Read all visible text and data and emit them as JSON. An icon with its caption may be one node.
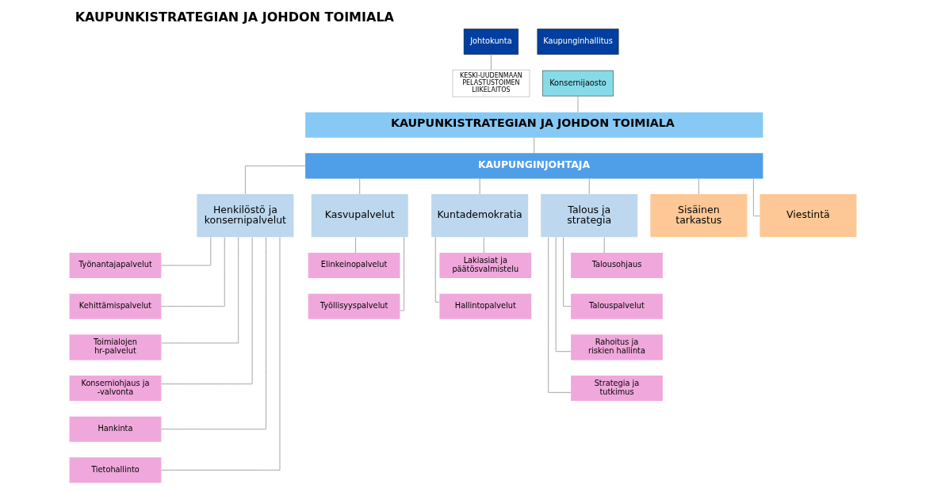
{
  "diagram": {
    "title": "KAUPUNKISTRATEGIAN JA JOHDON TOIMIALA",
    "nodes": [
      {
        "text": [
          "Johtokunta"
        ]
      },
      {
        "text": [
          "Kaupunginhallitus"
        ]
      },
      {
        "text": [
          "KESKI-UUDENMAAN PELASTUSTOIMEN LIIKELAITOS"
        ]
      },
      {
        "text": [
          "Konsernijaosto"
        ]
      },
      {
        "text": [
          "KAUPUNKISTRATEGIAN JA JOHDON TOIMIALA"
        ]
      },
      {
        "text": [
          "KAUPUNGINJOHTAJA"
        ]
      },
      {
        "text": [
          "Henkilöstö ja konsernipalvelut"
        ]
      },
      {
        "text": [
          "Kasvupalvelut"
        ]
      },
      {
        "text": [
          "Kuntademokratia"
        ]
      },
      {
        "text": [
          "Talous ja strategia"
        ]
      },
      {
        "text": [
          "Sisäinen tarkastus"
        ]
      },
      {
        "text": [
          "Viestintä"
        ]
      },
      {
        "text": [
          "Työnantajapalvelut"
        ]
      },
      {
        "text": [
          "Kehittämispalvelut"
        ]
      },
      {
        "text": [
          "Toimialojen hr-palvelut"
        ]
      },
      {
        "text": [
          "Konserniohjaus ja -valvonta"
        ]
      },
      {
        "text": [
          "Hankinta"
        ]
      },
      {
        "text": [
          "Tietohallinto"
        ]
      },
      {
        "text": [
          "Elinkeinopalvelut"
        ]
      },
      {
        "text": [
          "Työllisyyspalvelut"
        ]
      },
      {
        "text": [
          "Lakiasiat ja päätösvalmistelu"
        ]
      },
      {
        "text": [
          "Hallintopalvelut"
        ]
      },
      {
        "text": [
          "Talousohjaus"
        ]
      },
      {
        "text": [
          "Talouspalvelut"
        ]
      },
      {
        "text": [
          "Rahoitus ja riskien hallinta"
        ]
      },
      {
        "text": [
          "Strategia ja tutkimus"
        ]
      }
    ],
    "edges": [
      {
        "from": 0,
        "to": 2,
        "arrow": "none"
      },
      {
        "from": 3,
        "to": 4,
        "arrow": "none"
      },
      {
        "from": 4,
        "to": 5,
        "arrow": "none"
      },
      {
        "from": 5,
        "to": 6,
        "arrow": "none"
      },
      {
        "from": 5,
        "to": 7,
        "arrow": "none"
      },
      {
        "from": 5,
        "to": 8,
        "arrow": "none"
      },
      {
        "from": 5,
        "to": 9,
        "arrow": "none"
      },
      {
        "from": 5,
        "to": 10,
        "arrow": "none"
      },
      {
        "from": 5,
        "to": 11,
        "arrow": "none"
      },
      {
        "from": 6,
        "to": 12,
        "arrow": "none"
      },
      {
        "from": 6,
        "to": 13,
        "arrow": "none"
      },
      {
        "from": 6,
        "to": 14,
        "arrow": "none"
      },
      {
        "from": 6,
        "to": 15,
        "arrow": "none"
      },
      {
        "from": 6,
        "to": 16,
        "arrow": "none"
      },
      {
        "from": 6,
        "to": 17,
        "arrow": "none"
      },
      {
        "from": 7,
        "to": 18,
        "arrow": "none"
      },
      {
        "from": 7,
        "to": 19,
        "arrow": "none"
      },
      {
        "from": 8,
        "to": 20,
        "arrow": "none"
      },
      {
        "from": 8,
        "to": 21,
        "arrow": "none"
      },
      {
        "from": 9,
        "to": 22,
        "arrow": "none"
      },
      {
        "from": 9,
        "to": 23,
        "arrow": "none"
      },
      {
        "from": 9,
        "to": 24,
        "arrow": "none"
      },
      {
        "from": 9,
        "to": 25,
        "arrow": "none"
      }
    ]
  }
}
